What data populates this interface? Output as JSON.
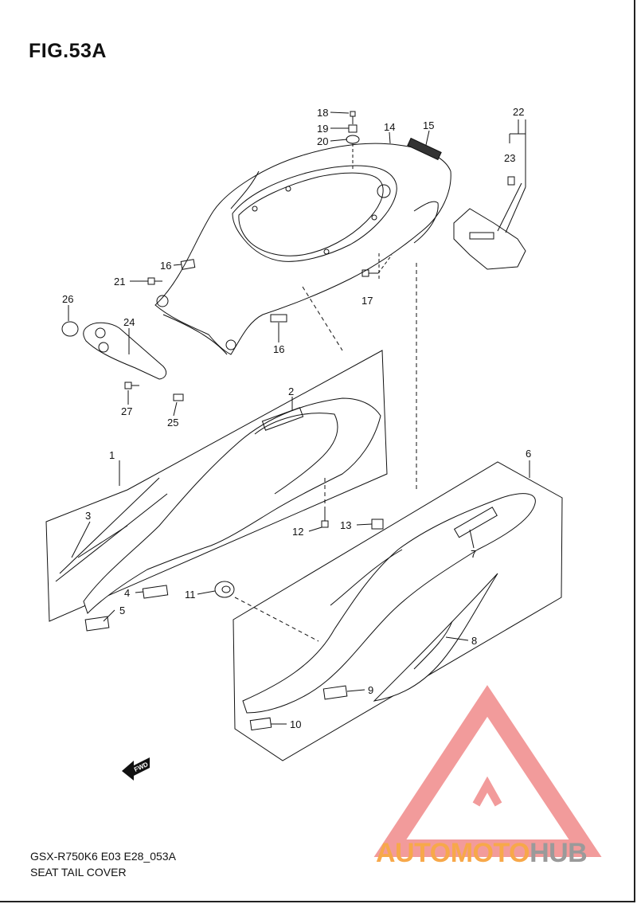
{
  "figure_title": "FIG.53A",
  "footer": {
    "model_code": "GSX-R750K6 E03 E28_053A",
    "section_name": "SEAT TAIL COVER"
  },
  "fwd_label": "FWD",
  "watermark": {
    "brand_a": "AUTOMOTO",
    "brand_b": "HUB",
    "logo_color": "#f08a8a",
    "text_color_a": "#f7a84a",
    "text_color_b": "#9a9a9a"
  },
  "callouts": [
    "1",
    "2",
    "3",
    "4",
    "5",
    "6",
    "7",
    "8",
    "9",
    "10",
    "11",
    "12",
    "13",
    "14",
    "15",
    "16",
    "16",
    "17",
    "18",
    "19",
    "20",
    "21",
    "22",
    "23",
    "24",
    "25",
    "26",
    "27"
  ]
}
